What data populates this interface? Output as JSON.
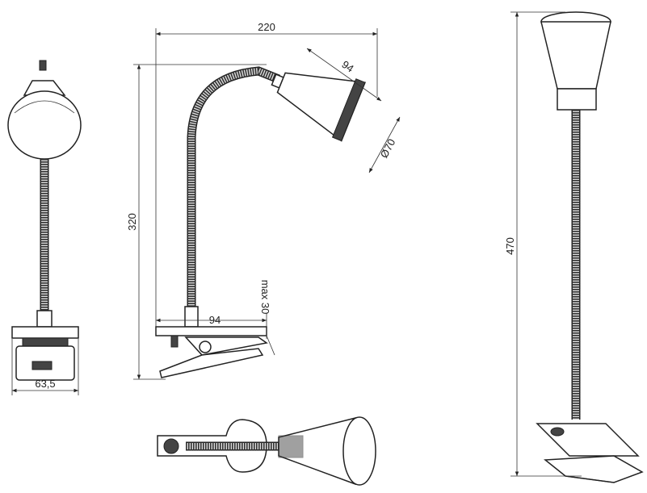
{
  "dimensions": {
    "width_arm": "220",
    "head_length": "94",
    "head_diameter": "Ø70",
    "height_side": "320",
    "clamp_max": "max 30",
    "base_length": "94",
    "base_width": "63,5",
    "height_total": "470"
  }
}
